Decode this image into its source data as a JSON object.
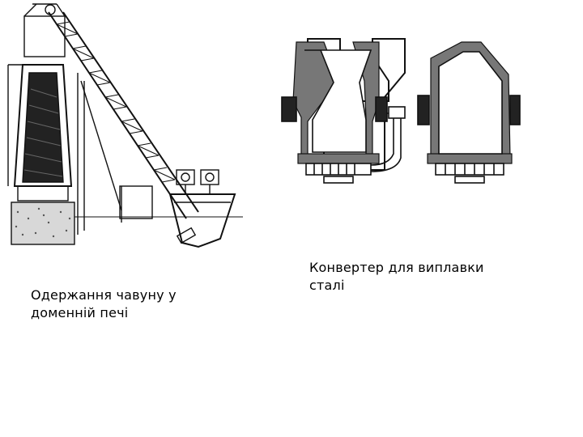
{
  "figures": [
    {
      "caption": "Одержання чавуну у доменній печі",
      "image": "blast-furnace-drawing"
    },
    {
      "caption": "Конвертер для виплавки сталі",
      "image": "steel-converter-drawing"
    }
  ],
  "colors": {
    "ink": "#111111",
    "fill_dark": "#222222",
    "refractory": "#777777"
  }
}
